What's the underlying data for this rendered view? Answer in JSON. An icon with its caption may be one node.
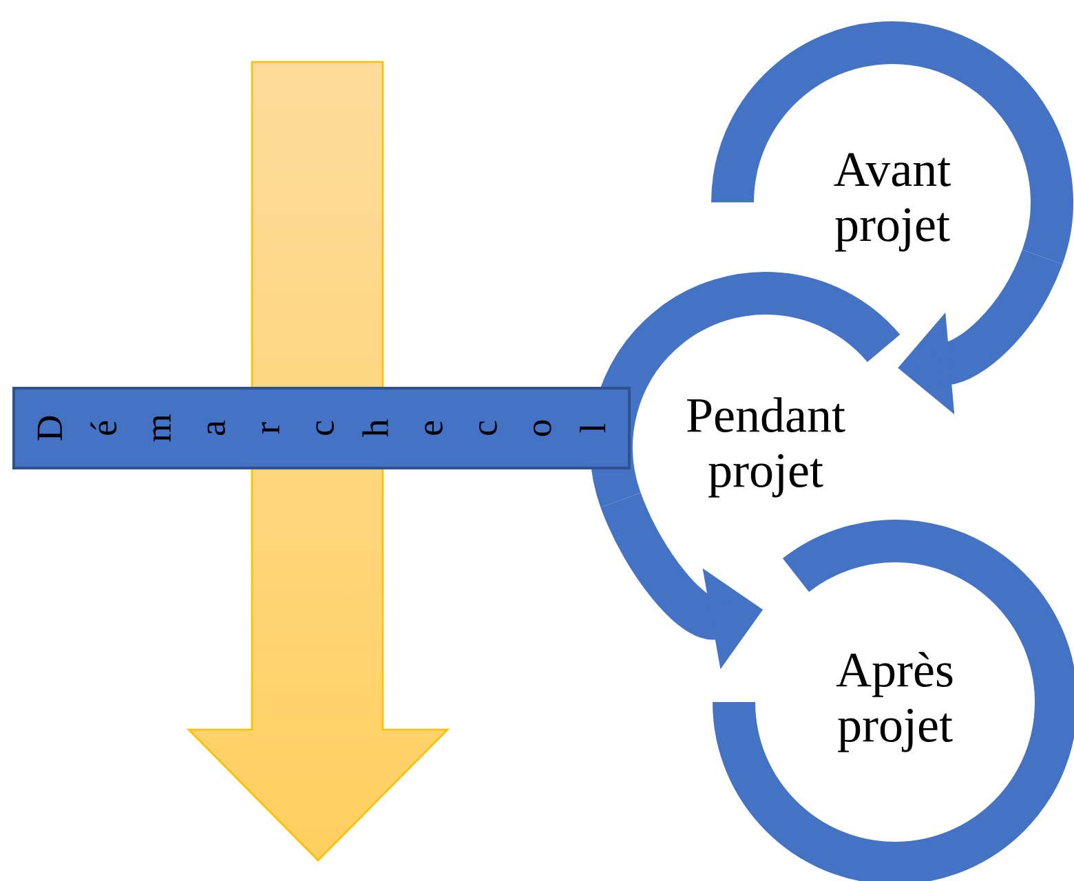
{
  "diagram": {
    "nodes": [
      {
        "text": [
          "Démarche col"
        ]
      },
      {
        "text": [
          "Avant projet"
        ]
      },
      {
        "text": [
          "Pendant projet"
        ]
      },
      {
        "text": [
          "Après projet"
        ]
      }
    ],
    "edges": [
      {
        "from": 1,
        "to": 2,
        "arrow": "to"
      },
      {
        "from": 2,
        "to": 3,
        "arrow": "to"
      }
    ]
  }
}
